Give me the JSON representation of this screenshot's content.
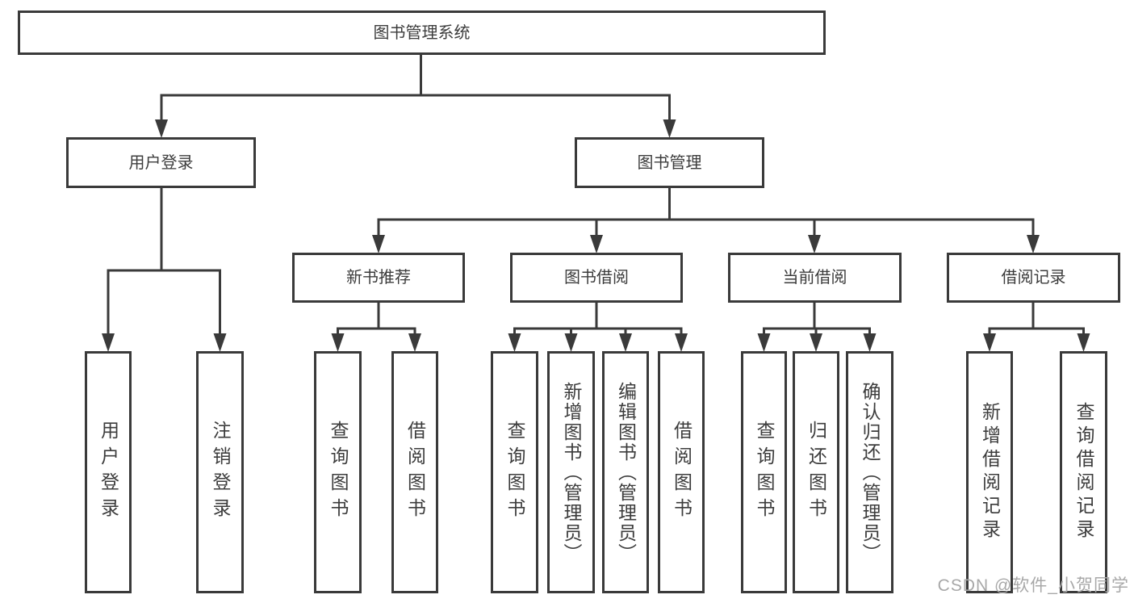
{
  "diagram": {
    "root": {
      "label": "图书管理系统"
    },
    "children": [
      {
        "label": "用户登录",
        "children": [
          {
            "label": "用户登录"
          },
          {
            "label": "注销登录"
          }
        ]
      },
      {
        "label": "图书管理",
        "children": [
          {
            "label": "新书推荐",
            "children": [
              {
                "label": "查询图书"
              },
              {
                "label": "借阅图书"
              }
            ]
          },
          {
            "label": "图书借阅",
            "children": [
              {
                "label": "查询图书"
              },
              {
                "label": "新增图书（管理员）"
              },
              {
                "label": "编辑图书（管理员）"
              },
              {
                "label": "借阅图书"
              }
            ]
          },
          {
            "label": "当前借阅",
            "children": [
              {
                "label": "查询图书"
              },
              {
                "label": "归还图书"
              },
              {
                "label": "确认归还（管理员）"
              }
            ]
          },
          {
            "label": "借阅记录",
            "children": [
              {
                "label": "新增借阅记录"
              },
              {
                "label": "查询借阅记录"
              }
            ]
          }
        ]
      }
    ]
  },
  "watermark": {
    "text": "CSDN @软件_小贺同学"
  }
}
